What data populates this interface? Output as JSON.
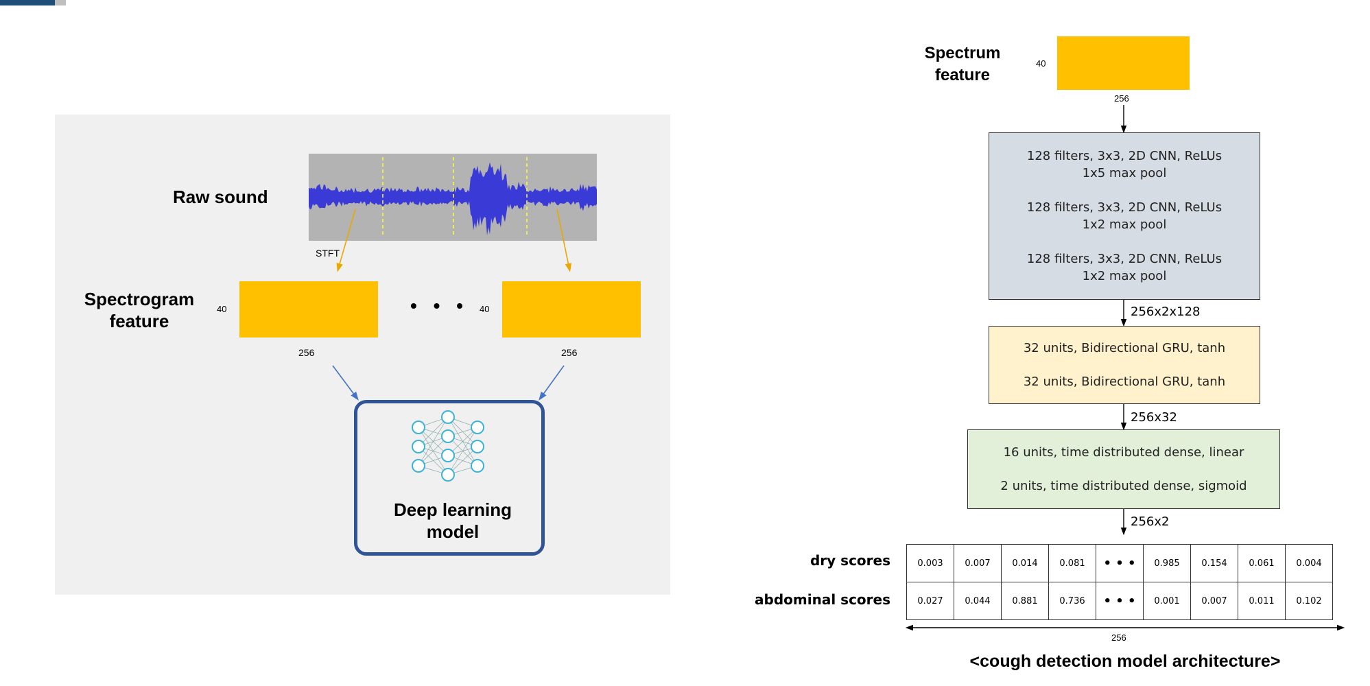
{
  "left": {
    "raw_sound_label": "Raw sound",
    "stft_label": "STFT",
    "spectrogram_label": "Spectrogram\nfeature",
    "dim_height": "40",
    "dim_width": "256",
    "model_label": "Deep learning\nmodel"
  },
  "right": {
    "spectrum_label": "Spectrum\nfeature",
    "input_height": "40",
    "input_width": "256",
    "cnn_block": [
      "128 filters, 3x3, 2D CNN, ReLUs",
      "1x5 max pool",
      "128 filters, 3x3, 2D CNN, ReLUs",
      "1x2 max pool",
      "128 filters, 3x3, 2D CNN, ReLUs",
      "1x2 max pool"
    ],
    "shape_after_cnn": "256x2x128",
    "gru_block": [
      "32 units, Bidirectional GRU, tanh",
      "32 units, Bidirectional GRU, tanh"
    ],
    "shape_after_gru": "256x32",
    "dense_block": [
      "16 units, time distributed dense, linear",
      "2 units, time distributed dense, sigmoid"
    ],
    "shape_after_dense": "256x2",
    "table": {
      "dry_label": "dry scores",
      "abdominal_label": "abdominal scores",
      "dry": [
        "0.003",
        "0.007",
        "0.014",
        "0.081",
        "• • •",
        "0.985",
        "0.154",
        "0.061",
        "0.004"
      ],
      "abdominal": [
        "0.027",
        "0.044",
        "0.881",
        "0.736",
        "• • •",
        "0.001",
        "0.007",
        "0.011",
        "0.102"
      ]
    },
    "table_width": "256",
    "caption": "<cough detection model architecture>"
  },
  "colors": {
    "orange": "#ffc000",
    "cnn_fill": "#d6dce4",
    "gru_fill": "#fff2cc",
    "dense_fill": "#e2efd9",
    "panel": "#f0f0f0",
    "model_border": "#2f5597",
    "waveform": "#3a3ad6"
  }
}
